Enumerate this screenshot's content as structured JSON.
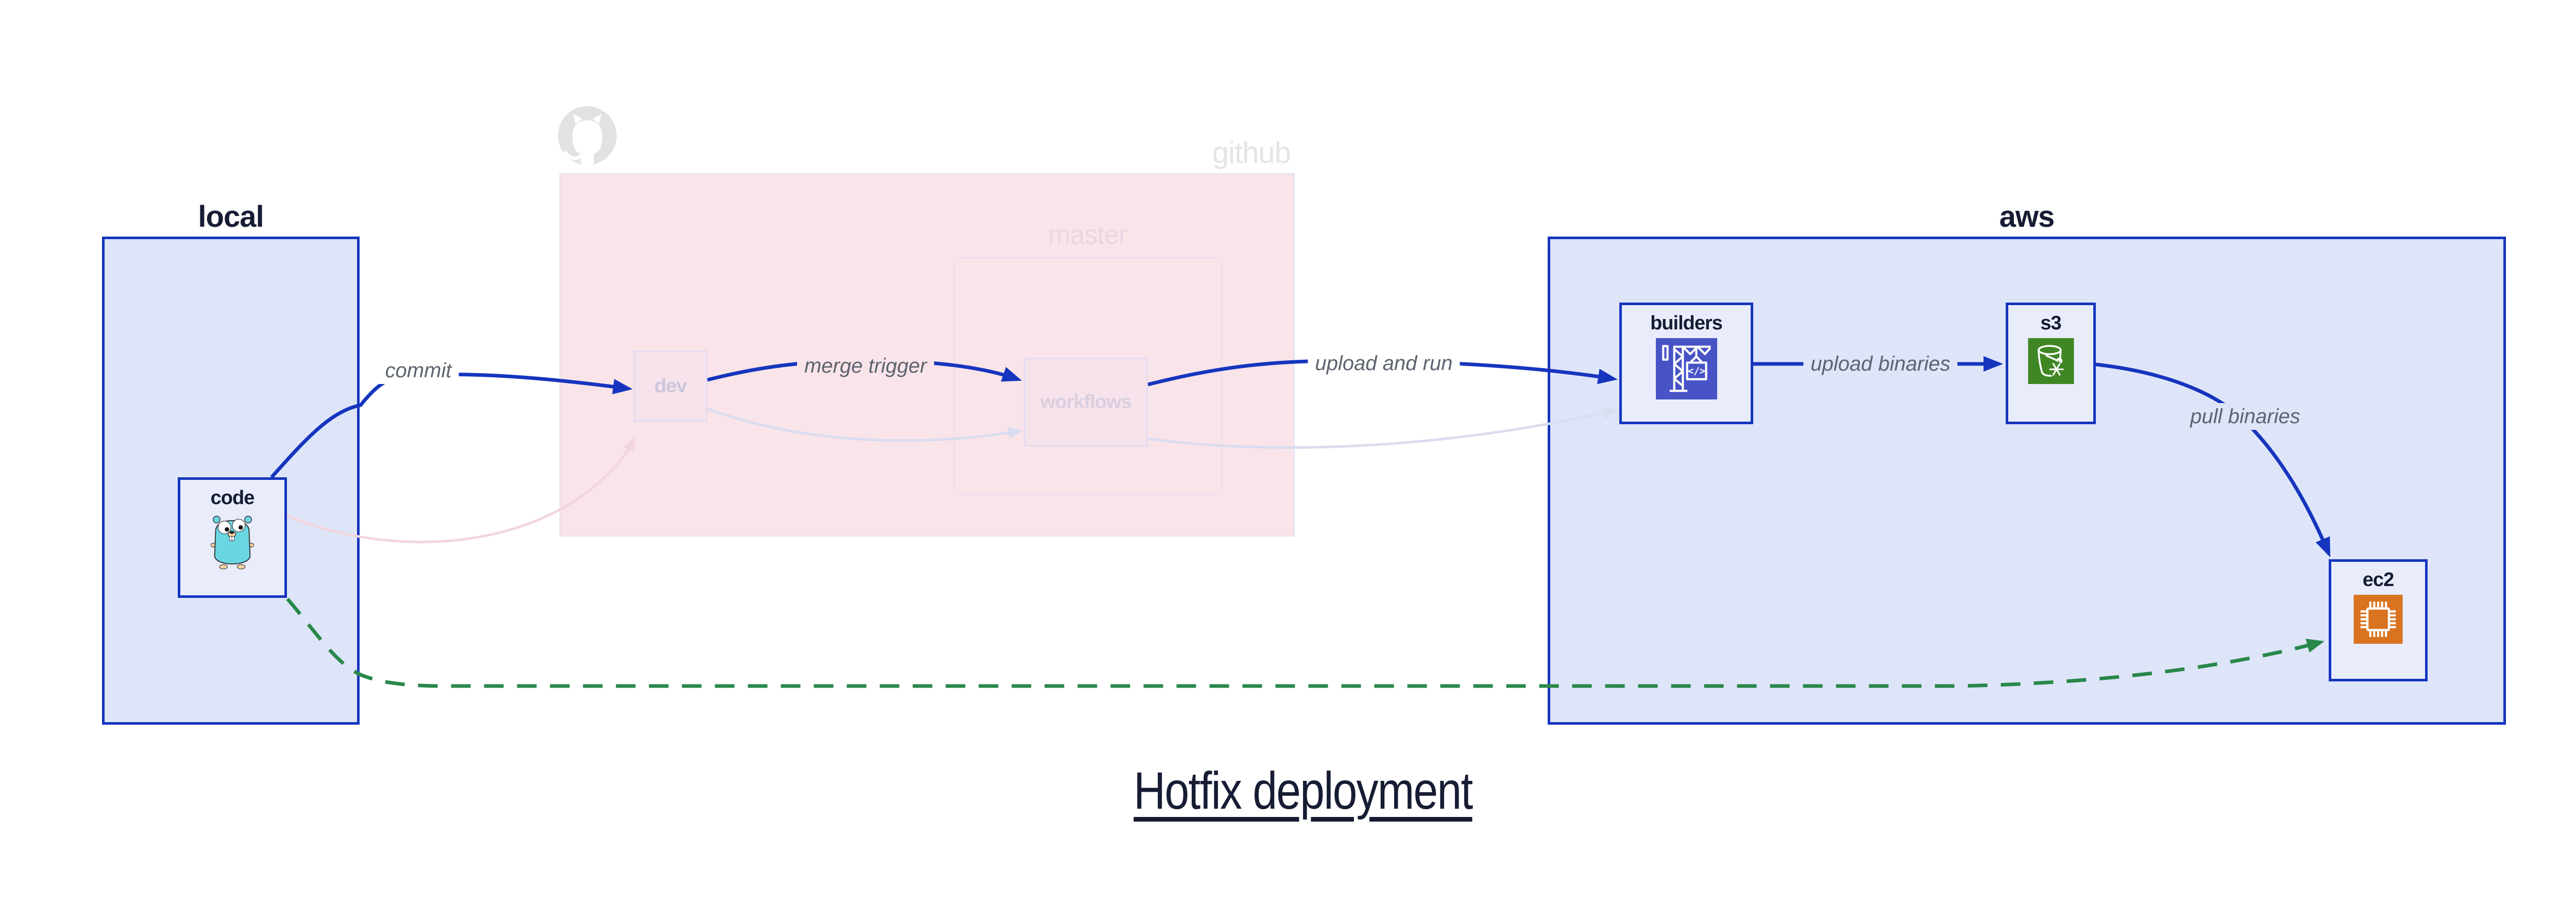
{
  "title": {
    "text": "Hotfix deployment"
  },
  "regions": {
    "local": {
      "label": "local"
    },
    "github": {
      "label": "github"
    },
    "master": {
      "label": "master"
    },
    "aws": {
      "label": "aws"
    }
  },
  "nodes": {
    "code": {
      "label": "code"
    },
    "dev": {
      "label": "dev"
    },
    "workflows": {
      "label": "workflows"
    },
    "builders": {
      "label": "builders"
    },
    "s3": {
      "label": "s3"
    },
    "ec2": {
      "label": "ec2"
    }
  },
  "edges": {
    "commit": {
      "label": "commit"
    },
    "merge_trigger": {
      "label": "merge trigger"
    },
    "upload_and_run": {
      "label": "upload and run"
    },
    "upload_binaries": {
      "label": "upload binaries"
    },
    "pull_binaries": {
      "label": "pull binaries"
    }
  },
  "icons": {
    "codebuild_glyph": "</>"
  },
  "colors": {
    "edge_blue": "#1535be",
    "hotfix_green": "#28884a",
    "region_fill": "#dee5f8",
    "node_fill": "#e9edfb",
    "github_pink_fill": "#f9e4e9",
    "faded_pink_edge": "#f2d6de",
    "faded_lavender_edge": "#dadcf0",
    "edge_label_gray": "#5c6470",
    "dark_text": "#161c33",
    "codebuild_indigo": "#4853c6",
    "s3_green": "#3f8624",
    "ec2_orange": "#d9731f",
    "octocat_gray": "#e2e2e5",
    "gopher_teal": "#6ad6e2"
  }
}
